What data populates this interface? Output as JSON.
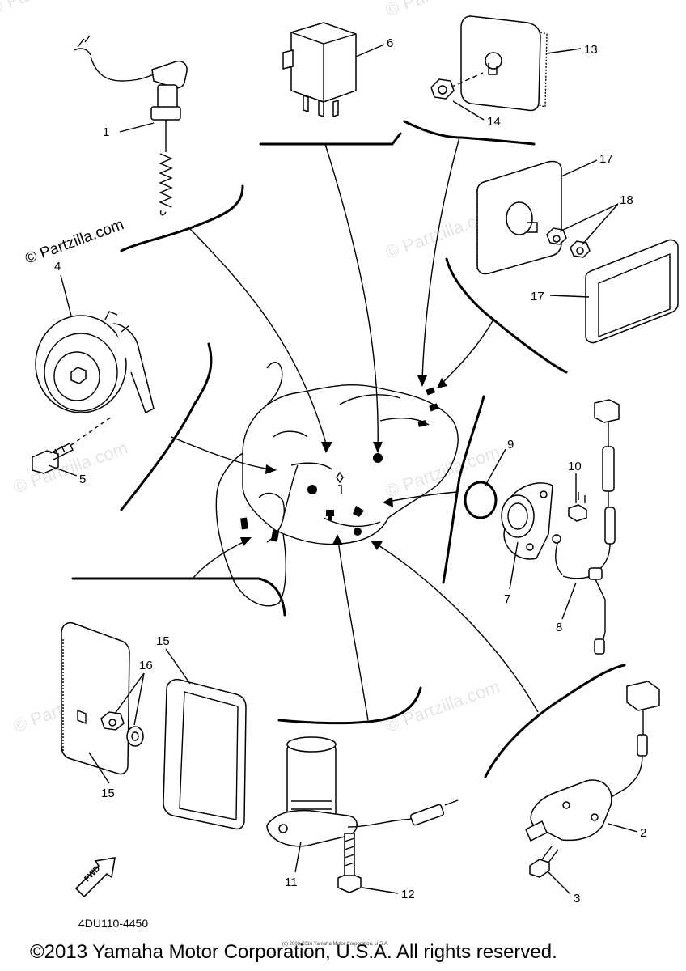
{
  "watermark": "© Partzilla.com",
  "watermark_repeat": "© Partzilla.com",
  "catalog_code": "4DU110-4450",
  "fwd_label": "FWD",
  "copyright": "©2013 Yamaha Motor Corporation, U.S.A. All rights reserved.",
  "small_print": "(c) 2006-2016 Yamaha Motor Corporation, U.S.A.",
  "callouts": [
    {
      "id": "c1",
      "label": "1"
    },
    {
      "id": "c2",
      "label": "2"
    },
    {
      "id": "c3",
      "label": "3"
    },
    {
      "id": "c4",
      "label": "4"
    },
    {
      "id": "c5",
      "label": "5"
    },
    {
      "id": "c6",
      "label": "6"
    },
    {
      "id": "c7",
      "label": "7"
    },
    {
      "id": "c8",
      "label": "8"
    },
    {
      "id": "c9",
      "label": "9"
    },
    {
      "id": "c10",
      "label": "10"
    },
    {
      "id": "c11",
      "label": "11"
    },
    {
      "id": "c12",
      "label": "12"
    },
    {
      "id": "c13",
      "label": "13"
    },
    {
      "id": "c14",
      "label": "14"
    },
    {
      "id": "c15a",
      "label": "15"
    },
    {
      "id": "c15b",
      "label": "15"
    },
    {
      "id": "c16",
      "label": "16"
    },
    {
      "id": "c17a",
      "label": "17"
    },
    {
      "id": "c17b",
      "label": "17"
    },
    {
      "id": "c18",
      "label": "18"
    }
  ]
}
